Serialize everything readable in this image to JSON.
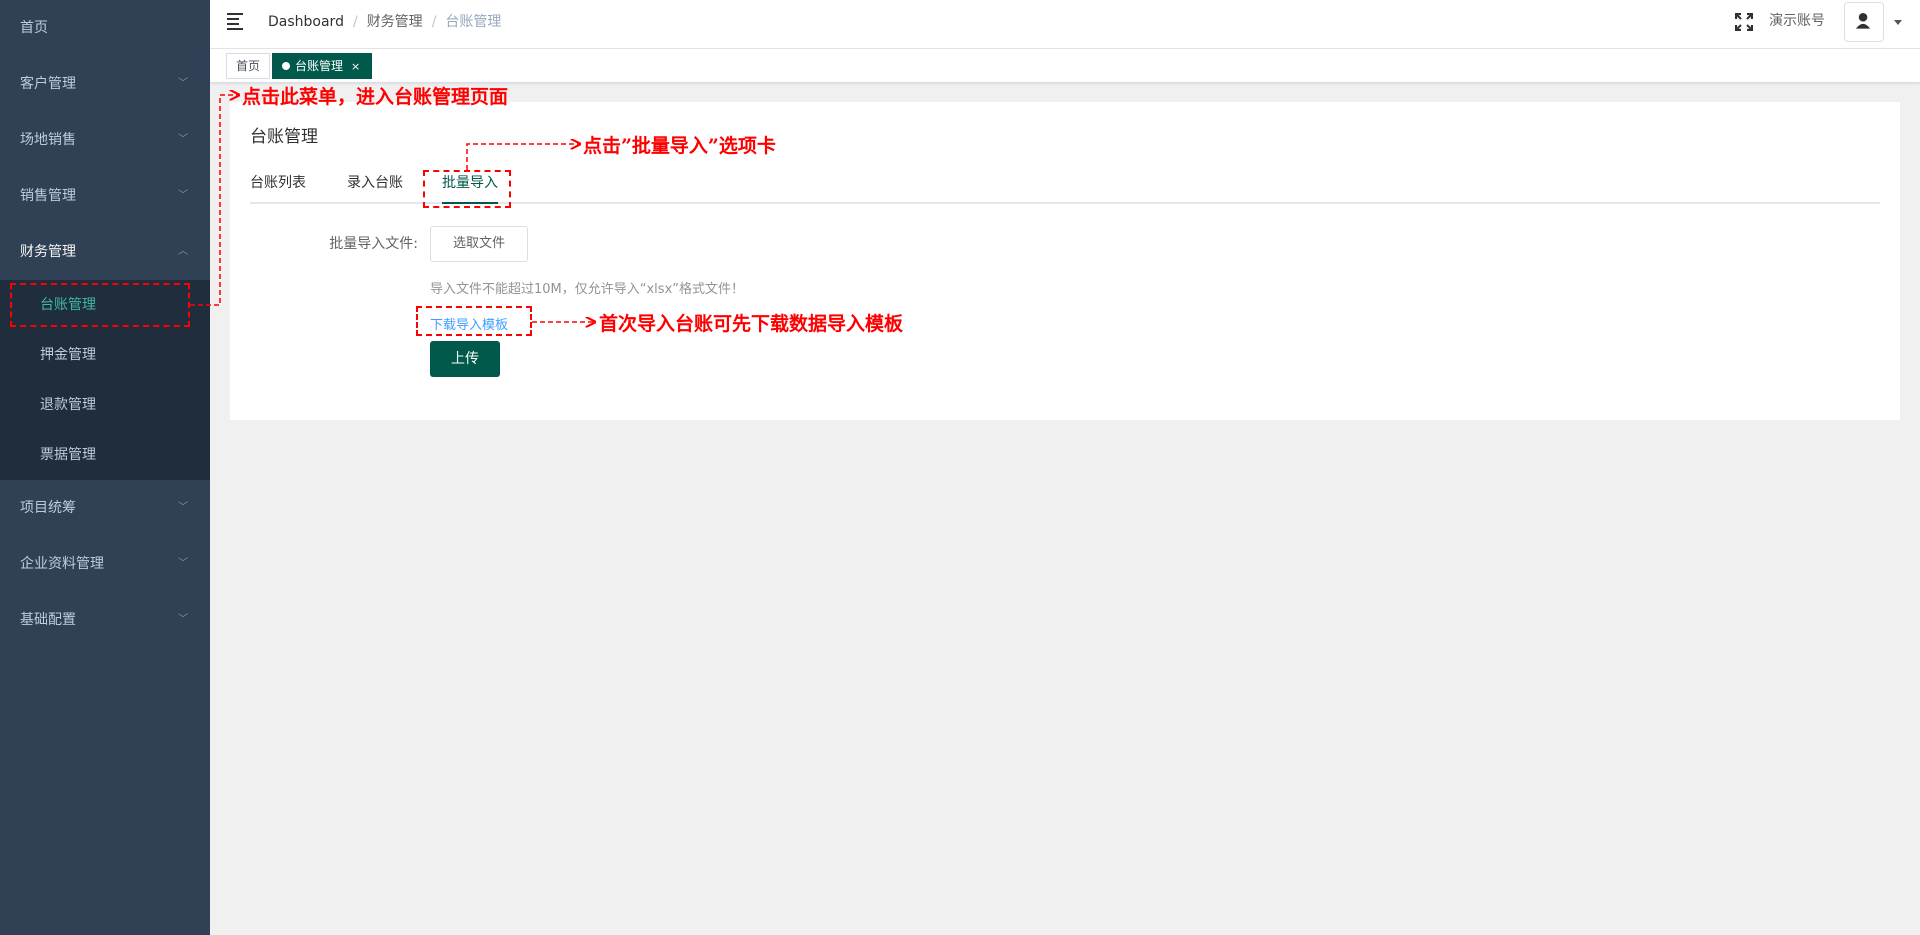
{
  "sidebar": {
    "items": [
      {
        "label": "首页",
        "has_arrow": false
      },
      {
        "label": "客户管理",
        "has_arrow": true
      },
      {
        "label": "场地销售",
        "has_arrow": true
      },
      {
        "label": "销售管理",
        "has_arrow": true
      },
      {
        "label": "财务管理",
        "has_arrow": true,
        "expanded": true
      },
      {
        "label": "项目统筹",
        "has_arrow": true
      },
      {
        "label": "企业资料管理",
        "has_arrow": true
      },
      {
        "label": "基础配置",
        "has_arrow": true
      }
    ],
    "finance_sub": [
      {
        "label": "台账管理",
        "active": true
      },
      {
        "label": "押金管理"
      },
      {
        "label": "退款管理"
      },
      {
        "label": "票据管理"
      }
    ]
  },
  "header": {
    "breadcrumb": [
      "Dashboard",
      "财务管理",
      "台账管理"
    ],
    "account_name": "演示账号"
  },
  "tags": {
    "home": "首页",
    "active": "台账管理",
    "close": "×"
  },
  "page": {
    "title": "台账管理",
    "tabs": [
      "台账列表",
      "录入台账",
      "批量导入"
    ],
    "active_tab": "批量导入",
    "form_label": "批量导入文件:",
    "choose_file": "选取文件",
    "hint": "导入文件不能超过10M，仅允许导入“xlsx”格式文件！",
    "download_template": "下载导入模板",
    "upload": "上传"
  },
  "annotations": {
    "menu": "点击此菜单，进入台账管理页面",
    "tab": "点击”批量导入”选项卡",
    "template": "首次导入台账可先下载数据导入模板"
  },
  "colors": {
    "sidebar_bg": "#304156",
    "submenu_bg": "#1f2d3d",
    "primary": "#00594a",
    "active_menu_text": "#3fb8a3",
    "annotation": "#ff0000",
    "link": "#409eff"
  }
}
